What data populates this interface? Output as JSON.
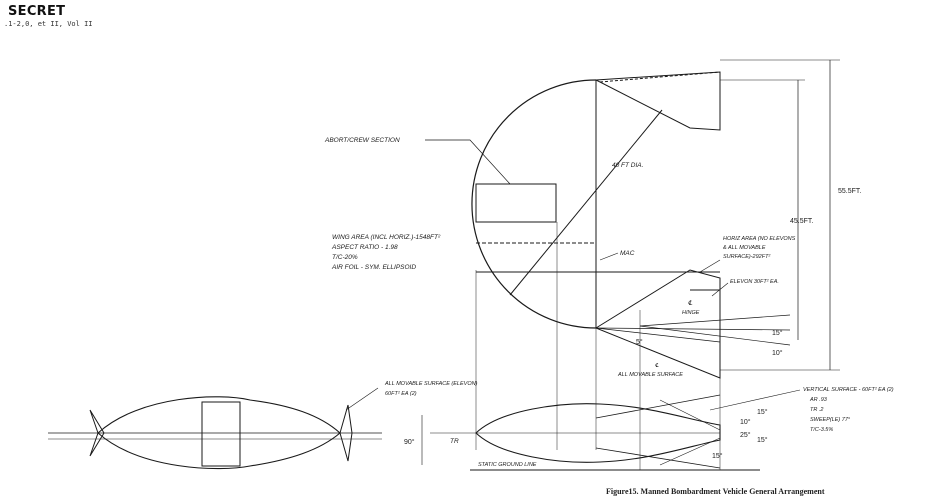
{
  "header": {
    "classification": "SECRET",
    "reference": ".1-2,0, et II, Vol II"
  },
  "caption": "Figure15.  Manned Bombardment Vehicle General Arrangement",
  "labels": {
    "abort_crew_section": "ABORT/CREW SECTION",
    "diameter": "40 FT DIA.",
    "wing_area": "WING AREA (INCL HORIZ.)-1548FT²",
    "aspect_ratio": "ASPECT RATIO - 1.98",
    "tc_ratio": "T/C-20%",
    "airfoil": "AIR FOIL - SYM. ELLIPSOID",
    "mac": "MAC",
    "horiz_area_1": "HORIZ AREA (NO ELEVONS",
    "horiz_area_2": "& ALL MOVABLE",
    "horiz_area_3": "SURFACE)-292FT²",
    "elevon": "ELEVON 30FT² EA.",
    "hinge_sym": "℄",
    "hinge": "HINGE",
    "hinge_top": "℄",
    "all_movable_surface": "ALL MOVABLE SURFACE",
    "all_movable_elevon_1": "ALL MOVABLE SURFACE (ELEVON)",
    "all_movable_elevon_2": "60FT² EA (2)",
    "tr_left": "TR",
    "static_ground_line": "STATIC GROUND LINE",
    "vertical_surface": "VERTICAL SURFACE - 60FT² EA (2)",
    "vs_ar": "AR .93",
    "vs_tr": "TR .2",
    "vs_sweep": "SWEEP(LE) 77°",
    "vs_tc": "T/C-3.5%"
  },
  "dimensions": {
    "overall_length": "55.5FT.",
    "inner_length": "45.5FT.",
    "angle_15_top": "15°",
    "angle_10": "10°",
    "angle_5": "5°",
    "angle_90": "90°",
    "side_15_a": "15°",
    "side_15_b": "15°",
    "side_10": "10°",
    "side_25": "25°",
    "ground_15": "15°"
  }
}
